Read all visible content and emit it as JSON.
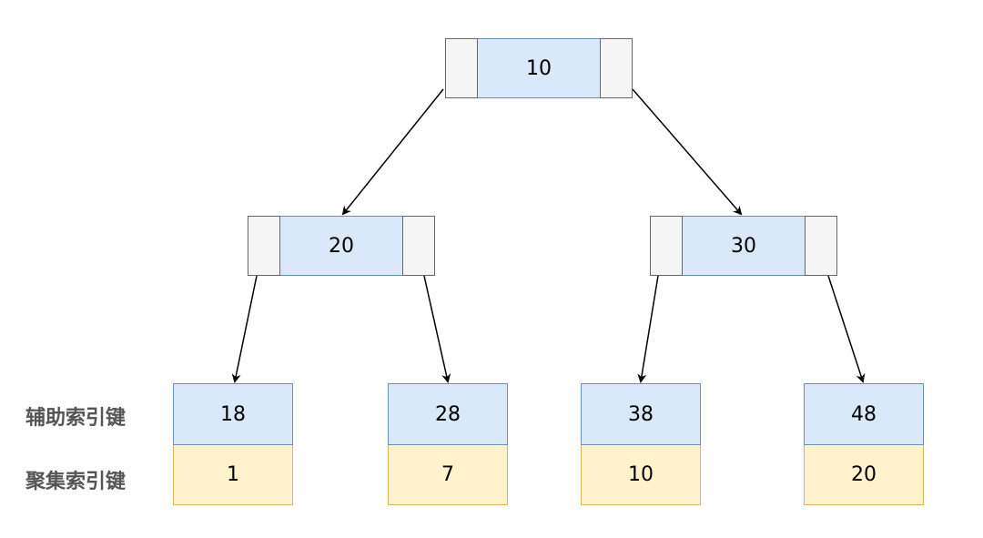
{
  "labels": {
    "secondary_key": "辅助索引键",
    "clustered_key": "聚集索引键"
  },
  "root": {
    "key": "10"
  },
  "internal": [
    {
      "key": "20"
    },
    {
      "key": "30"
    }
  ],
  "leaves": [
    {
      "secondary": "18",
      "clustered": "1"
    },
    {
      "secondary": "28",
      "clustered": "7"
    },
    {
      "secondary": "38",
      "clustered": "10"
    },
    {
      "secondary": "48",
      "clustered": "20"
    }
  ],
  "colors": {
    "key_fill": "#dae8fc",
    "key_stroke": "#6c8ebf",
    "pointer_fill": "#f5f5f5",
    "pointer_stroke": "#666666",
    "clustered_fill": "#fff2cc",
    "clustered_stroke": "#d6b656",
    "edge": "#000000"
  }
}
